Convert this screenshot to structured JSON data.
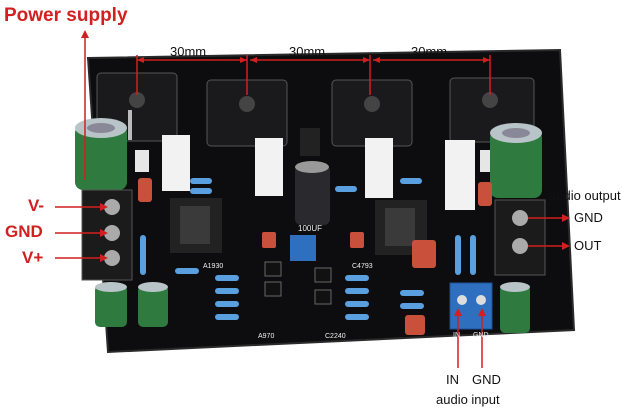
{
  "labels": {
    "power_supply": "Power supply",
    "spacing_1": "30mm",
    "spacing_2": "30mm",
    "spacing_3": "30mm",
    "v_minus": "V-",
    "gnd_left": "GND",
    "v_plus": "V+",
    "audio_output": "audio output",
    "gnd_right": "GND",
    "out": "OUT",
    "in": "IN",
    "gnd_bottom": "GND",
    "audio_input": "audio input"
  },
  "board_text": {
    "cap_value": "100UF",
    "transistor_left": "A1930",
    "transistor_right": "C4793",
    "chip_left": "A970",
    "chip_right": "C2240",
    "terminal_in": "IN",
    "terminal_gnd": "GND"
  },
  "colors": {
    "annotation_red": "#d21f1f",
    "board": "#0d0d0f",
    "heatsink": "#f2f2f2",
    "terminal_blue": "#2f6fc0",
    "capacitor_green": "#2f7a3f"
  }
}
